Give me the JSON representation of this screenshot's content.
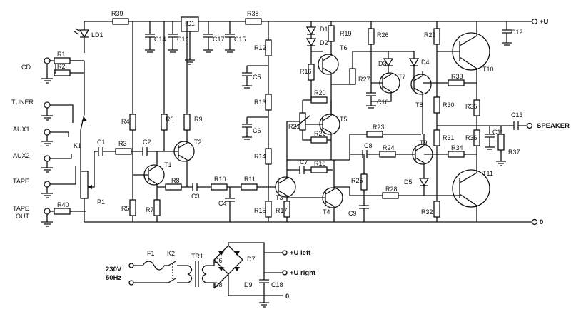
{
  "labels": {
    "sources": [
      "CD",
      "TUNER",
      "AUX1",
      "AUX2",
      "TAPE",
      "TAPE",
      "OUT"
    ],
    "resistors": [
      "R1",
      "R2",
      "R3",
      "R4",
      "R5",
      "R6",
      "R7",
      "R8",
      "R9",
      "R10",
      "R11",
      "R12",
      "R13",
      "R14",
      "R15",
      "R16",
      "R17",
      "R18",
      "R19",
      "R20",
      "R21",
      "R22",
      "R23",
      "R24",
      "R25",
      "R26",
      "R27",
      "R28",
      "R29",
      "R30",
      "R31",
      "R32",
      "R33",
      "R34",
      "R35",
      "R36",
      "R37",
      "R38",
      "R39",
      "R40"
    ],
    "capacitors": [
      "C1",
      "C2",
      "C3",
      "C4",
      "C5",
      "C6",
      "C7",
      "C8",
      "C9",
      "C10",
      "C11",
      "C12",
      "C13",
      "C14",
      "C15",
      "C16",
      "C17",
      "C18"
    ],
    "transistors": [
      "T1",
      "T2",
      "T3",
      "T4",
      "T5",
      "T6",
      "T7",
      "T8",
      "T9",
      "T10",
      "T11"
    ],
    "diodes": [
      "D1",
      "D2",
      "D3",
      "D4",
      "D5",
      "D6",
      "D7",
      "D8",
      "D9"
    ],
    "misc": {
      "led": "LD1",
      "ic": "IC1",
      "switch": "K1",
      "pot": "P1",
      "fuse": "F1",
      "mains_switch": "K2",
      "transformer": "TR1"
    },
    "rails": {
      "plus_u": "+U",
      "zero": "0",
      "plus_u_left": "+U left",
      "plus_u_right": "+U right",
      "zero_psu": "0"
    },
    "speaker": "SPEAKER",
    "mains_voltage": "230V",
    "mains_freq": "50Hz"
  }
}
